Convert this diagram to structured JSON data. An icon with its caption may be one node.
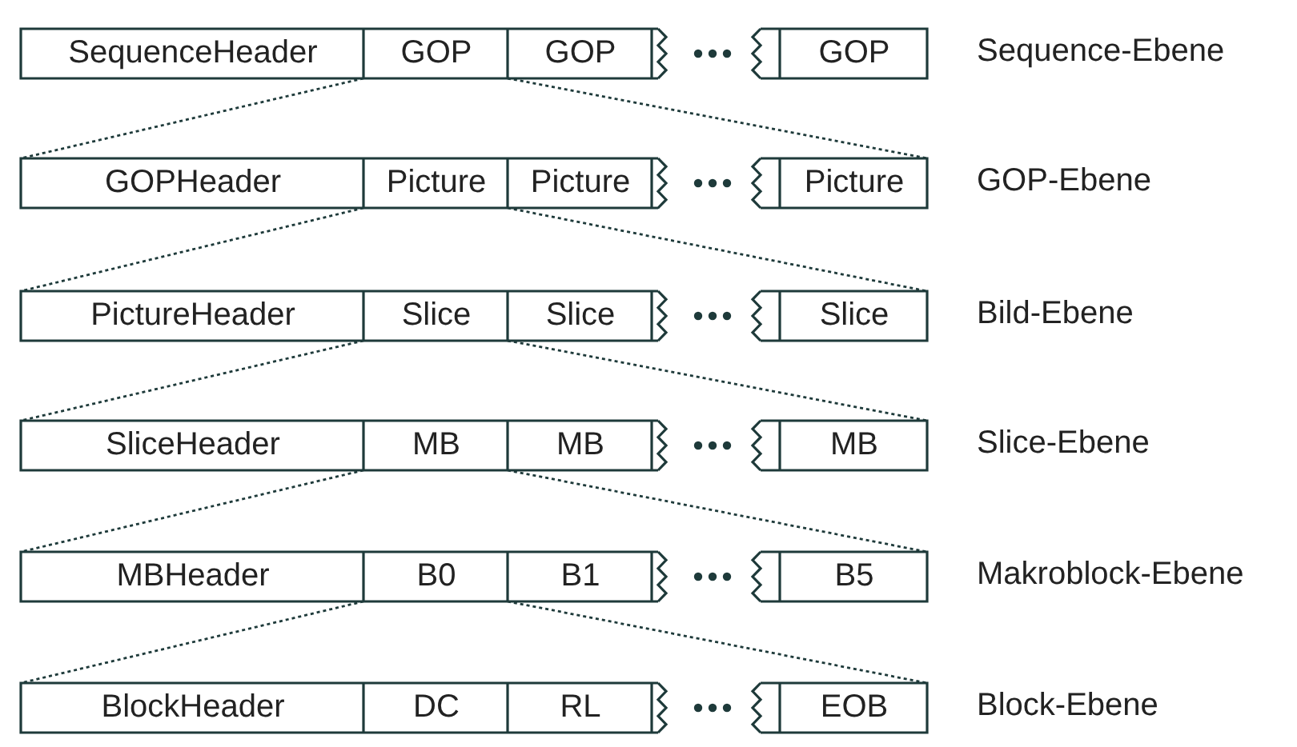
{
  "diagram": {
    "nodes": [
      {
        "text": [],
        "shape": "bar",
        "beside": [
          "Sequence-Ebene"
        ]
      },
      {
        "text": [
          "SequenceHeader"
        ],
        "in": 0
      },
      {
        "text": [
          "GOP"
        ],
        "in": 0
      },
      {
        "text": [
          "GOP"
        ],
        "in": 0
      },
      {
        "text": [
          "GOP"
        ],
        "in": 0
      },
      {
        "text": [],
        "shape": "bar",
        "beside": [
          "GOP-Ebene"
        ]
      },
      {
        "text": [
          "GOPHeader"
        ],
        "in": 5
      },
      {
        "text": [
          "Picture"
        ],
        "in": 5
      },
      {
        "text": [
          "Picture"
        ],
        "in": 5
      },
      {
        "text": [
          "Picture"
        ],
        "in": 5
      },
      {
        "text": [],
        "shape": "bar",
        "beside": [
          "Bild-Ebene"
        ]
      },
      {
        "text": [
          "PictureHeader"
        ],
        "in": 10
      },
      {
        "text": [
          "Slice"
        ],
        "in": 10
      },
      {
        "text": [
          "Slice"
        ],
        "in": 10
      },
      {
        "text": [
          "Slice"
        ],
        "in": 10
      },
      {
        "text": [],
        "shape": "bar",
        "beside": [
          "Slice-Ebene"
        ]
      },
      {
        "text": [
          "SliceHeader"
        ],
        "in": 15
      },
      {
        "text": [
          "MB"
        ],
        "in": 15
      },
      {
        "text": [
          "MB"
        ],
        "in": 15
      },
      {
        "text": [
          "MB"
        ],
        "in": 15
      },
      {
        "text": [],
        "shape": "bar",
        "beside": [
          "Makroblock-Ebene"
        ]
      },
      {
        "text": [
          "MBHeader"
        ],
        "in": 20
      },
      {
        "text": [
          "B0"
        ],
        "in": 20
      },
      {
        "text": [
          "B1"
        ],
        "in": 20
      },
      {
        "text": [
          "B5"
        ],
        "in": 20
      },
      {
        "text": [],
        "shape": "bar",
        "beside": [
          "Block-Ebene"
        ]
      },
      {
        "text": [
          "BlockHeader"
        ],
        "in": 25
      },
      {
        "text": [
          "DC"
        ],
        "in": 25
      },
      {
        "text": [
          "RL"
        ],
        "in": 25
      },
      {
        "text": [
          "EOB"
        ],
        "in": 25
      }
    ],
    "edges": [
      {
        "from": 2,
        "to": 5,
        "arrow": "none",
        "style": "dashed"
      },
      {
        "from": 2,
        "to": 5,
        "arrow": "none",
        "style": "dashed"
      },
      {
        "from": 7,
        "to": 10,
        "arrow": "none",
        "style": "dashed"
      },
      {
        "from": 7,
        "to": 10,
        "arrow": "none",
        "style": "dashed"
      },
      {
        "from": 12,
        "to": 15,
        "arrow": "none",
        "style": "dashed"
      },
      {
        "from": 12,
        "to": 15,
        "arrow": "none",
        "style": "dashed"
      },
      {
        "from": 17,
        "to": 20,
        "arrow": "none",
        "style": "dashed"
      },
      {
        "from": 17,
        "to": 20,
        "arrow": "none",
        "style": "dashed"
      },
      {
        "from": 22,
        "to": 25,
        "arrow": "none",
        "style": "dashed"
      },
      {
        "from": 22,
        "to": 25,
        "arrow": "none",
        "style": "dashed"
      }
    ]
  }
}
